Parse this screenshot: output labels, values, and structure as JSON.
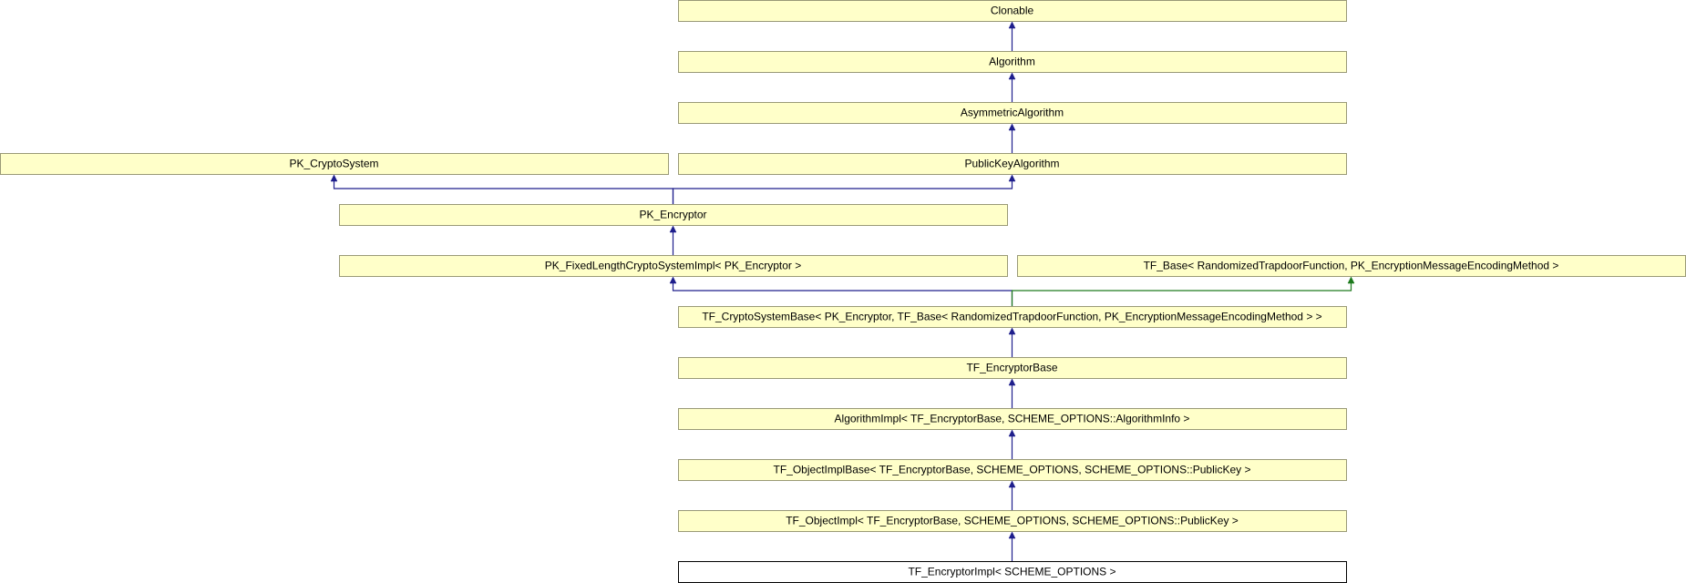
{
  "colors": {
    "node_fill": "#ffffc9",
    "node_border": "#9a9a77",
    "focus_fill": "#ffffff",
    "focus_border": "#000000",
    "public_edge": "#1f1f8c",
    "protected_edge": "#1d7a1d",
    "text": "#000000"
  },
  "nodes": [
    {
      "id": "clonable",
      "label": "Clonable"
    },
    {
      "id": "algorithm",
      "label": "Algorithm"
    },
    {
      "id": "asymmetric-algorithm",
      "label": "AsymmetricAlgorithm"
    },
    {
      "id": "pk-crypto-system",
      "label": "PK_CryptoSystem"
    },
    {
      "id": "public-key-algorithm",
      "label": "PublicKeyAlgorithm"
    },
    {
      "id": "pk-encryptor",
      "label": "PK_Encryptor"
    },
    {
      "id": "pk-fixed-length-crypto-system-impl",
      "label": "PK_FixedLengthCryptoSystemImpl< PK_Encryptor >"
    },
    {
      "id": "tf-base",
      "label": "TF_Base< RandomizedTrapdoorFunction, PK_EncryptionMessageEncodingMethod >"
    },
    {
      "id": "tf-crypto-system-base",
      "label": "TF_CryptoSystemBase< PK_Encryptor, TF_Base< RandomizedTrapdoorFunction, PK_EncryptionMessageEncodingMethod > >"
    },
    {
      "id": "tf-encryptor-base",
      "label": "TF_EncryptorBase"
    },
    {
      "id": "algorithm-impl",
      "label": "AlgorithmImpl< TF_EncryptorBase, SCHEME_OPTIONS::AlgorithmInfo >"
    },
    {
      "id": "tf-object-impl-base",
      "label": "TF_ObjectImplBase< TF_EncryptorBase, SCHEME_OPTIONS, SCHEME_OPTIONS::PublicKey >"
    },
    {
      "id": "tf-object-impl",
      "label": "TF_ObjectImpl< TF_EncryptorBase, SCHEME_OPTIONS, SCHEME_OPTIONS::PublicKey >"
    },
    {
      "id": "tf-encryptor-impl",
      "label": "TF_EncryptorImpl< SCHEME_OPTIONS >",
      "focus": true
    }
  ],
  "edges": [
    {
      "from": "algorithm",
      "to": "clonable",
      "kind": "public"
    },
    {
      "from": "asymmetric-algorithm",
      "to": "algorithm",
      "kind": "public"
    },
    {
      "from": "public-key-algorithm",
      "to": "asymmetric-algorithm",
      "kind": "public"
    },
    {
      "from": "pk-encryptor",
      "to": "pk-crypto-system",
      "kind": "public"
    },
    {
      "from": "pk-encryptor",
      "to": "public-key-algorithm",
      "kind": "public"
    },
    {
      "from": "pk-fixed-length-crypto-system-impl",
      "to": "pk-encryptor",
      "kind": "public"
    },
    {
      "from": "tf-crypto-system-base",
      "to": "pk-fixed-length-crypto-system-impl",
      "kind": "public"
    },
    {
      "from": "tf-crypto-system-base",
      "to": "tf-base",
      "kind": "protected"
    },
    {
      "from": "tf-encryptor-base",
      "to": "tf-crypto-system-base",
      "kind": "public"
    },
    {
      "from": "algorithm-impl",
      "to": "tf-encryptor-base",
      "kind": "public"
    },
    {
      "from": "tf-object-impl-base",
      "to": "algorithm-impl",
      "kind": "public"
    },
    {
      "from": "tf-object-impl",
      "to": "tf-object-impl-base",
      "kind": "public"
    },
    {
      "from": "tf-encryptor-impl",
      "to": "tf-object-impl",
      "kind": "public"
    }
  ]
}
